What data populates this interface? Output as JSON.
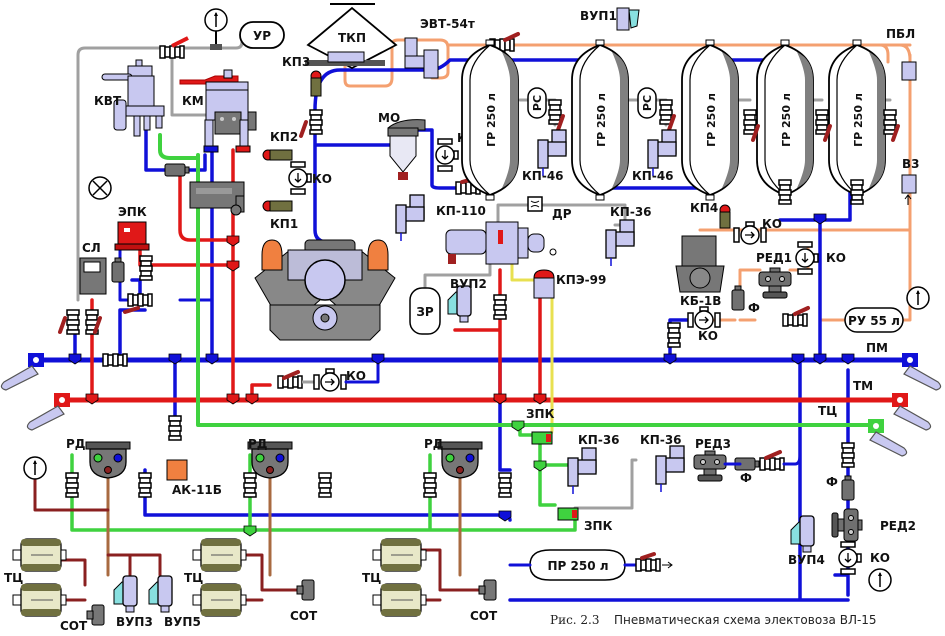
{
  "caption": {
    "figure": "Рис. 2.3",
    "title": "Пневматическая схема  электовоза ВЛ-15"
  },
  "colors": {
    "supply_line": "#1010d8",
    "brake_line": "#e01818",
    "brake_cylinder_line": "#3fd23f",
    "control_line": "#f4a070",
    "gray_line": "#a0a0a0",
    "yellow_line": "#e8e050",
    "brown_line": "#a86a40",
    "darkred_line": "#8a2020",
    "device_fill": "#c8c8f0",
    "device_dark": "#707070",
    "handle_red": "#e02020"
  },
  "lines": {
    "pm": "ПМ",
    "tm": "ТМ",
    "tc": "ТЦ"
  },
  "top": {
    "ur": "УР",
    "tkp": "ТКП",
    "evt": "ЭВТ-54т",
    "vup1": "ВУП1",
    "pbl": "ПБЛ",
    "kvt": "КВТ",
    "km": "КМ",
    "kp3": "КП3",
    "kp2": "КП2",
    "ko_left": "КО",
    "kp1": "КП1",
    "mo": "МО",
    "ko_mo": "КО",
    "kp110": "КП-110",
    "v3": "В3"
  },
  "reservoirs": {
    "gr": [
      "ГР 250 л",
      "ГР 250 л",
      "ГР 250 л",
      "ГР 250 л",
      "ГР 250 л"
    ],
    "rs": [
      "РС",
      "РС"
    ],
    "kp46": [
      "КП-46",
      "КП-46"
    ],
    "zr": "ЗР",
    "ru": "РУ 55 л",
    "pr": "ПР 250 л"
  },
  "middle": {
    "epk": "ЭПК",
    "sl": "СЛ",
    "dr": "ДР",
    "kp36_top": "КП-36",
    "vup2": "ВУП2",
    "kpe99": "КПЭ-99",
    "kp4": "КП4",
    "ko_kb": "КО",
    "red1": "РЕД1",
    "ko_red1": "КО",
    "kb1v": "КБ-1В",
    "f1": "Ф",
    "ko_ru": "КО",
    "ko_bypass": "КО"
  },
  "bottom": {
    "rd": [
      "РД",
      "РД",
      "РД"
    ],
    "ak11b": "АК-11Б",
    "zpk": [
      "ЗПК",
      "ЗПК"
    ],
    "kp36": [
      "КП-36",
      "КП-36"
    ],
    "red3": "РЕД3",
    "f_red3": "Ф",
    "f_red2": "Ф",
    "red2": "РЕД2",
    "vup4": "ВУП4",
    "ko_red2": "КО",
    "tc": [
      "ТЦ",
      "ТЦ",
      "ТЦ"
    ],
    "sot": [
      "СОТ",
      "СОТ",
      "СОТ"
    ],
    "vup3": "ВУП3",
    "vup5": "ВУП5"
  }
}
